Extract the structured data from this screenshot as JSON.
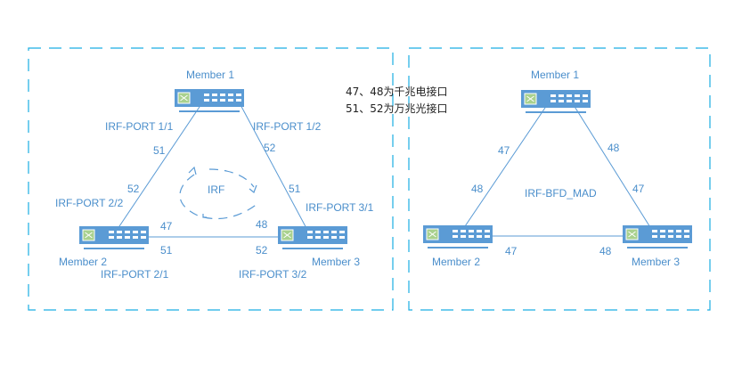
{
  "colors": {
    "frame": "#1aaee3",
    "link": "#5b9bd5",
    "label": "#4a8ecb",
    "switch_body": "#5b9bd5",
    "switch_icon": "#a9d18e",
    "note_text": "#222222"
  },
  "note": {
    "line1": "47、48为千兆电接口",
    "line2": "51、52为万兆光接口"
  },
  "left_diagram": {
    "members": [
      {
        "id": "m1",
        "label": "Member 1"
      },
      {
        "id": "m2",
        "label": "Member 2"
      },
      {
        "id": "m3",
        "label": "Member 3"
      }
    ],
    "ports": {
      "irf_port_1_1": "IRF-PORT 1/1",
      "irf_port_1_2": "IRF-PORT 1/2",
      "irf_port_2_2": "IRF-PORT 2/2",
      "irf_port_2_1": "IRF-PORT 2/1",
      "irf_port_3_1": "IRF-PORT 3/1",
      "irf_port_3_2": "IRF-PORT 3/2"
    },
    "port_numbers": {
      "m1_left": "51",
      "m1_right": "52",
      "m2_top": "52",
      "m2_right_top": "47",
      "m2_right_bottom": "51",
      "m3_top": "51",
      "m3_left_top": "48",
      "m3_left_bottom": "52"
    },
    "ring_label": "IRF"
  },
  "right_diagram": {
    "members": [
      {
        "id": "m1",
        "label": "Member 1"
      },
      {
        "id": "m2",
        "label": "Member 2"
      },
      {
        "id": "m3",
        "label": "Member 3"
      }
    ],
    "port_numbers": {
      "m1_left": "47",
      "m1_right": "48",
      "m2_top": "48",
      "m2_right": "47",
      "m3_top": "47",
      "m3_left": "48"
    },
    "center_label": "IRF-BFD_MAD"
  }
}
